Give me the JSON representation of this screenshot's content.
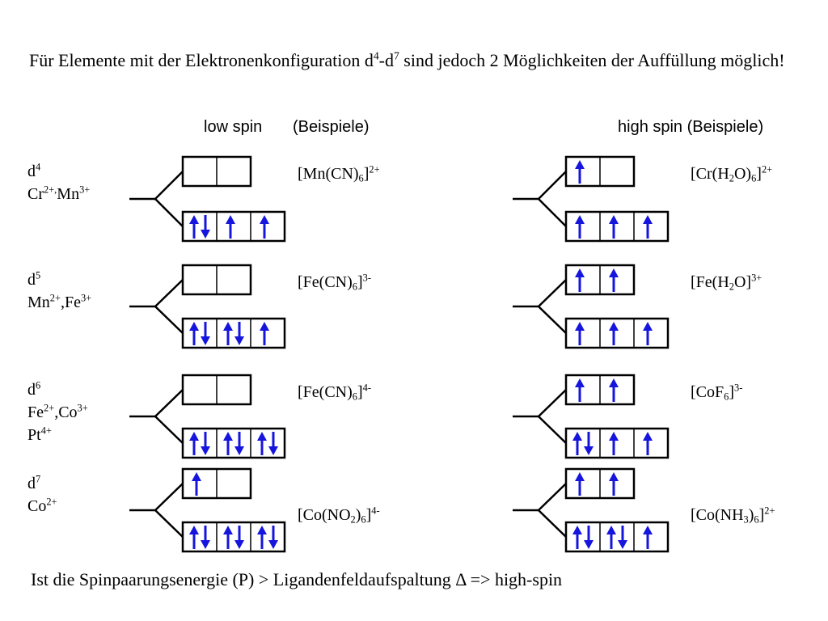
{
  "intro": {
    "part1": "Für Elemente mit der Elektronenkonfiguration d",
    "sup1": "4",
    "part2": "-d",
    "sup2": "7",
    "part3": " sind jedoch 2 Möglichkeiten der Auffüllung möglich!"
  },
  "headers": {
    "low": "low spin",
    "low_examples": "(Beispiele)",
    "high": "high spin (Beispiele)"
  },
  "rows": [
    {
      "config": [
        [
          {
            "t": "d"
          },
          {
            "t": "4",
            "s": "sup"
          }
        ],
        [
          {
            "t": "Cr"
          },
          {
            "t": "2+,",
            "s": "sup"
          },
          {
            "t": "Mn"
          },
          {
            "t": "3+",
            "s": "sup"
          }
        ]
      ],
      "low_complex": [
        {
          "t": "[Mn(CN)"
        },
        {
          "t": "6",
          "s": "sub"
        },
        {
          "t": "]"
        },
        {
          "t": "2+",
          "s": "sup"
        }
      ],
      "high_complex": [
        {
          "t": "[Cr(H"
        },
        {
          "t": "2",
          "s": "sub"
        },
        {
          "t": "O)"
        },
        {
          "t": "6",
          "s": "sub"
        },
        {
          "t": "]"
        },
        {
          "t": "2+",
          "s": "sup"
        }
      ],
      "low_eg": [
        0,
        0
      ],
      "low_t2g": [
        2,
        1,
        1
      ],
      "high_eg": [
        1,
        0
      ],
      "high_t2g": [
        1,
        1,
        1
      ]
    },
    {
      "config": [
        [
          {
            "t": "d"
          },
          {
            "t": "5",
            "s": "sup"
          }
        ],
        [
          {
            "t": "Mn"
          },
          {
            "t": "2+",
            "s": "sup"
          },
          {
            "t": ",Fe"
          },
          {
            "t": "3+",
            "s": "sup"
          }
        ]
      ],
      "low_complex": [
        {
          "t": "[Fe(CN)"
        },
        {
          "t": "6",
          "s": "sub"
        },
        {
          "t": "]"
        },
        {
          "t": "3-",
          "s": "sup"
        }
      ],
      "high_complex": [
        {
          "t": "[Fe(H"
        },
        {
          "t": "2",
          "s": "sub"
        },
        {
          "t": "O]"
        },
        {
          "t": "3+",
          "s": "sup"
        }
      ],
      "low_eg": [
        0,
        0
      ],
      "low_t2g": [
        2,
        2,
        1
      ],
      "high_eg": [
        1,
        1
      ],
      "high_t2g": [
        1,
        1,
        1
      ]
    },
    {
      "config": [
        [
          {
            "t": "d"
          },
          {
            "t": "6",
            "s": "sup"
          }
        ],
        [
          {
            "t": "Fe"
          },
          {
            "t": "2+",
            "s": "sup"
          },
          {
            "t": ",Co"
          },
          {
            "t": "3+",
            "s": "sup"
          }
        ],
        [
          {
            "t": "Pt"
          },
          {
            "t": "4+",
            "s": "sup"
          }
        ]
      ],
      "low_complex": [
        {
          "t": "[Fe(CN)"
        },
        {
          "t": "6",
          "s": "sub"
        },
        {
          "t": "]"
        },
        {
          "t": "4-",
          "s": "sup"
        }
      ],
      "high_complex": [
        {
          "t": "[CoF"
        },
        {
          "t": "6",
          "s": "sub"
        },
        {
          "t": "]"
        },
        {
          "t": "3-",
          "s": "sup"
        }
      ],
      "low_eg": [
        0,
        0
      ],
      "low_t2g": [
        2,
        2,
        2
      ],
      "high_eg": [
        1,
        1
      ],
      "high_t2g": [
        2,
        1,
        1
      ]
    },
    {
      "config": [
        [
          {
            "t": "d"
          },
          {
            "t": "7",
            "s": "sup"
          }
        ],
        [
          {
            "t": "Co"
          },
          {
            "t": "2+",
            "s": "sup"
          }
        ]
      ],
      "low_complex": [
        {
          "t": "[Co(NO"
        },
        {
          "t": "2",
          "s": "sub"
        },
        {
          "t": ")"
        },
        {
          "t": "6",
          "s": "sub"
        },
        {
          "t": "]"
        },
        {
          "t": "4-",
          "s": "sup"
        }
      ],
      "high_complex": [
        {
          "t": "[Co(NH"
        },
        {
          "t": "3",
          "s": "sub"
        },
        {
          "t": ")"
        },
        {
          "t": "6",
          "s": "sub"
        },
        {
          "t": "]"
        },
        {
          "t": "2+",
          "s": "sup"
        }
      ],
      "low_eg": [
        1,
        0
      ],
      "low_t2g": [
        2,
        2,
        2
      ],
      "high_eg": [
        1,
        1
      ],
      "high_t2g": [
        2,
        2,
        1
      ]
    }
  ],
  "footer": "Ist die Spinpaarungsenergie (P) > Ligandenfeldaufspaltung Δ => high-spin",
  "colors": {
    "arrow": "#1515dd",
    "box": "#000000"
  }
}
